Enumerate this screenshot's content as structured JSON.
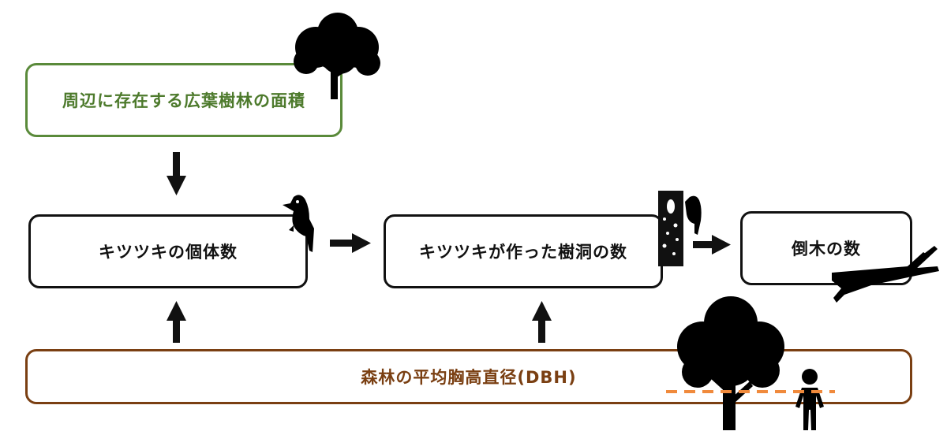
{
  "diagram": {
    "nodes": {
      "broadleaf_area": "周辺に存在する広葉樹林の面積",
      "woodpecker_count": "キツツキの個体数",
      "cavity_count": "キツツキが作った樹洞の数",
      "fallen_tree_count": "倒木の数",
      "forest_dbh": "森林の平均胸高直径(DBH)"
    },
    "colors": {
      "broadleaf_border": "#5a8a3a",
      "broadleaf_text": "#4d7a2c",
      "dbh_border": "#7a3f12",
      "dbh_line": "#f08a3c",
      "arrow": "#111111"
    },
    "edges": [
      {
        "from": "broadleaf_area",
        "to": "woodpecker_count"
      },
      {
        "from": "woodpecker_count",
        "to": "cavity_count"
      },
      {
        "from": "cavity_count",
        "to": "fallen_tree_count"
      },
      {
        "from": "forest_dbh",
        "to": "woodpecker_count"
      },
      {
        "from": "forest_dbh",
        "to": "cavity_count"
      }
    ]
  }
}
